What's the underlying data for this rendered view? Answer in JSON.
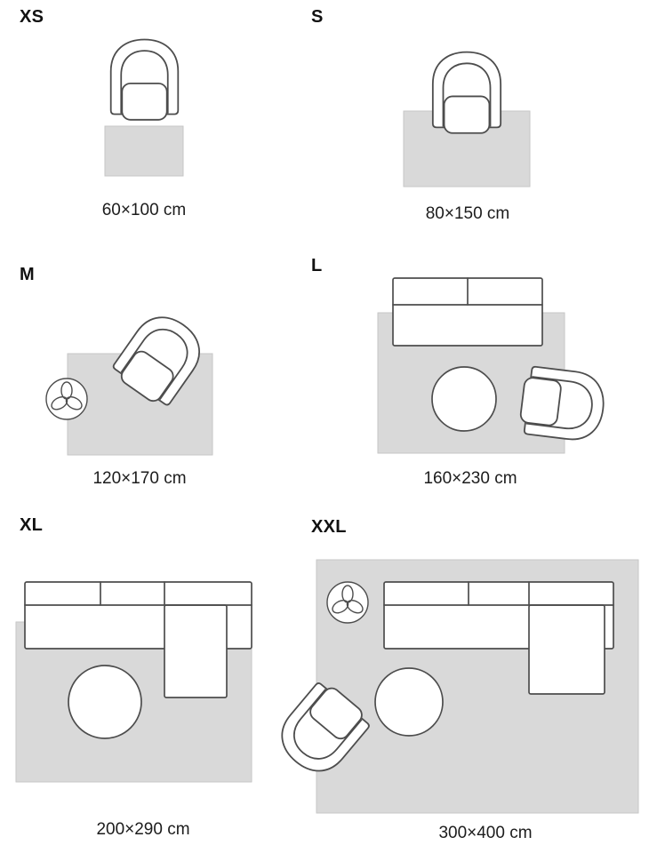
{
  "guide_title": "rug-size-guide",
  "colors": {
    "rug": "#d9d9d9",
    "rug_border": "#c6c6c6",
    "outline": "#4d4d4d",
    "text": "#111111",
    "background": "#ffffff"
  },
  "sizes": [
    {
      "code": "XS",
      "dimensions": "60×100 cm",
      "furniture": [
        "armchair"
      ]
    },
    {
      "code": "S",
      "dimensions": "80×150 cm",
      "furniture": [
        "armchair"
      ]
    },
    {
      "code": "M",
      "dimensions": "120×170 cm",
      "furniture": [
        "armchair",
        "plant"
      ]
    },
    {
      "code": "L",
      "dimensions": "160×230 cm",
      "furniture": [
        "sofa",
        "coffee-table",
        "armchair"
      ]
    },
    {
      "code": "XL",
      "dimensions": "200×290 cm",
      "furniture": [
        "sectional-sofa",
        "coffee-table"
      ]
    },
    {
      "code": "XXL",
      "dimensions": "300×400 cm",
      "furniture": [
        "plant",
        "sectional-sofa",
        "coffee-table",
        "armchair"
      ]
    }
  ]
}
